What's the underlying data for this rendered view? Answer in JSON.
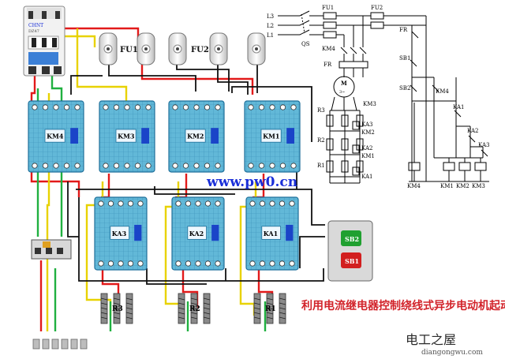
{
  "colors": {
    "wire_red": "#e21a1a",
    "wire_yellow": "#e8d200",
    "wire_green": "#20b040",
    "wire_black": "#111111",
    "device_body": "#62b8d8",
    "device_grid": "#1e6f9a",
    "label_blue": "#1a2fd8",
    "caption_red": "#d2232a",
    "schematic": "#000000"
  },
  "breaker": {
    "brand": "CHNT",
    "label": "DZ47"
  },
  "fuses": {
    "fu1_label": "FU1",
    "fu2_label": "FU2"
  },
  "contactors_top": [
    "KM4",
    "KM3",
    "KM2",
    "KM1"
  ],
  "relays_bottom": [
    "KA3",
    "KA2",
    "KA1"
  ],
  "resistors": [
    "R3",
    "R2",
    "R1"
  ],
  "buttons": {
    "sb2": "SB2",
    "sb1": "SB1"
  },
  "website": "www.pw0.cn",
  "caption": "利用电流继电器控制绕线式异步电动机起动控制线路",
  "watermark": {
    "cn": "电工之屋",
    "url": "diangongwu.com"
  },
  "schematic": {
    "lines": [
      "L3",
      "L2",
      "L1"
    ],
    "qs": "QS",
    "fu1": "FU1",
    "fu2": "FU2",
    "km4": "KM4",
    "fr": "FR",
    "motor": "M",
    "motor_sub": "3~",
    "km3": "KM3",
    "ka3": "KA3",
    "km2": "KM2",
    "ka2": "KA2",
    "km1": "KM1",
    "ka1": "KA1",
    "r3": "R3",
    "r2": "R2",
    "r1": "R1",
    "fr_ctrl": "FR",
    "sb1": "SB1",
    "sb2": "SB2",
    "km4_c": "KM4",
    "ka1_c": "KA1",
    "ka2_c": "KA2",
    "ka3_c": "KA3",
    "coil_labels": [
      "KM4",
      "KM1",
      "KM2",
      "KM3"
    ]
  }
}
